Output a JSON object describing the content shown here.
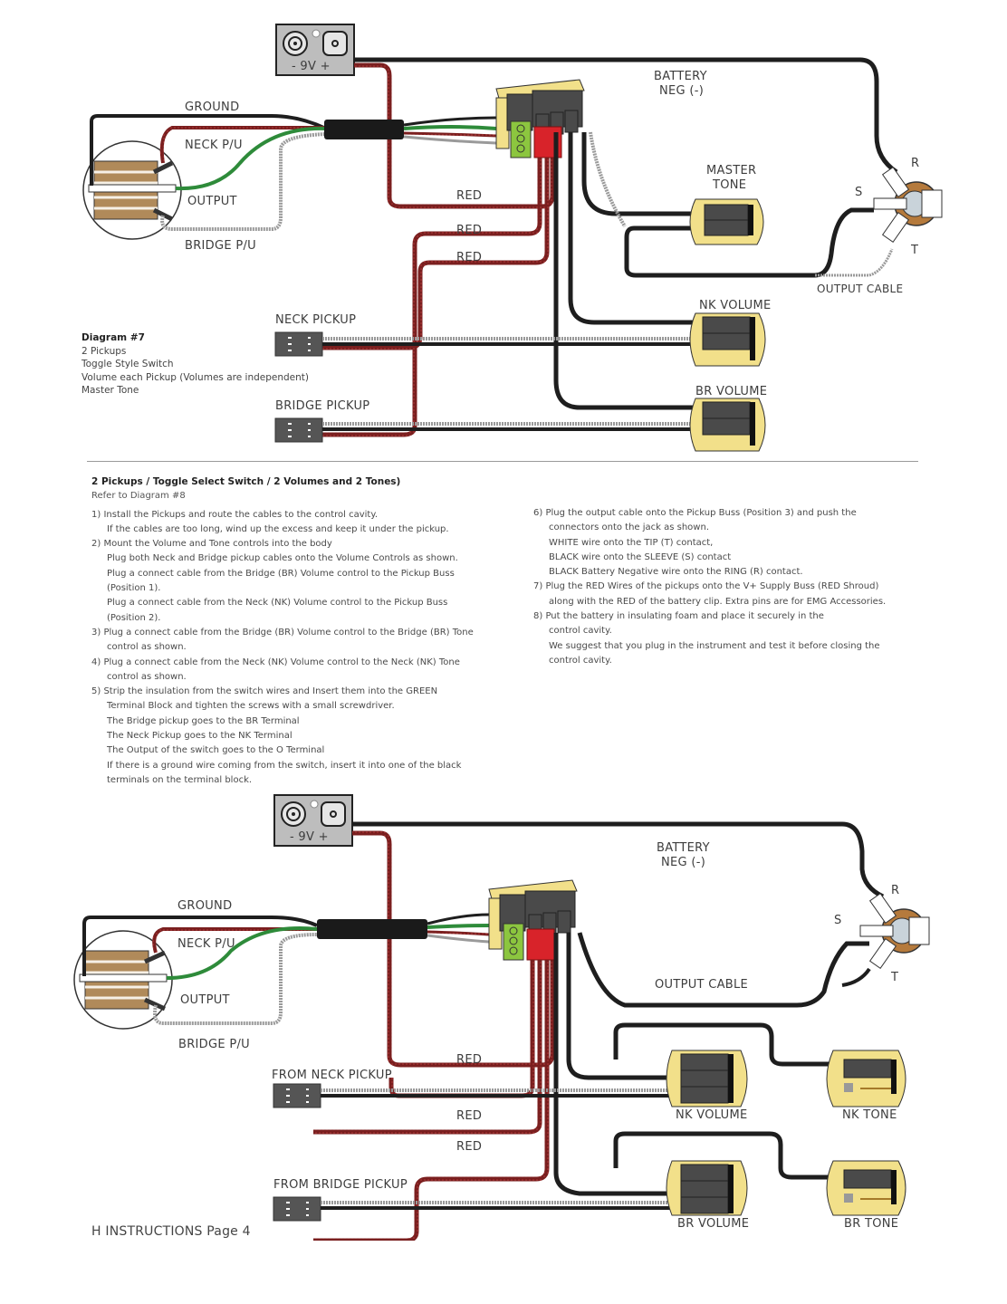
{
  "diagram7": {
    "battery_label": "- 9V +",
    "labels": {
      "ground": "GROUND",
      "neck_pu": "NECK P/U",
      "output": "OUTPUT",
      "bridge_pu": "BRIDGE P/U",
      "red_1": "RED",
      "red_2": "RED",
      "red_3": "RED",
      "battery_neg_line1": "BATTERY",
      "battery_neg_line2": "NEG (-)",
      "master_tone_line1": "MASTER",
      "master_tone_line2": "TONE",
      "jack_r": "R",
      "jack_s": "S",
      "jack_t": "T",
      "output_cable": "OUTPUT CABLE",
      "nk_volume": "NK VOLUME",
      "br_volume": "BR VOLUME",
      "neck_pickup": "NECK PICKUP",
      "bridge_pickup": "BRIDGE PICKUP"
    },
    "legend": {
      "title": "Diagram #7",
      "lines": [
        "2 Pickups",
        "Toggle Style Switch",
        "Volume each Pickup (Volumes are independent)",
        "Master Tone"
      ]
    }
  },
  "instructions": {
    "heading": "2 Pickups / Toggle Select Switch / 2  Volumes and 2 Tones)",
    "subheading": "Refer to Diagram #8",
    "left_column": [
      {
        "step": "1) Install the Pickups and route the cables to the control cavity.",
        "details": [
          "If  the cables are too long, wind up the excess and keep it under the pickup."
        ]
      },
      {
        "step": "2) Mount the Volume and Tone controls into the body",
        "details": [
          "Plug both Neck and Bridge pickup cables onto the Volume Controls as shown.",
          "Plug a connect cable from the Bridge (BR) Volume control to the Pickup Buss",
          "(Position 1).",
          "Plug a connect cable from the Neck (NK) Volume control to the Pickup Buss",
          "(Position 2)."
        ]
      },
      {
        "step": "3) Plug a connect cable from the Bridge (BR) Volume control to the Bridge (BR) Tone",
        "details": [
          "control as shown."
        ]
      },
      {
        "step": "4) Plug a connect cable from the Neck (NK) Volume control to the Neck (NK) Tone",
        "details": [
          "control as shown."
        ]
      },
      {
        "step": "5) Strip the insulation from the switch wires and Insert them into the GREEN",
        "details": [
          "Terminal Block and tighten the screws with a small screwdriver.",
          "The Bridge pickup goes to the BR Terminal",
          "The Neck Pickup goes to the NK Terminal",
          "The Output of the switch goes to the O Terminal",
          "If there is a ground wire coming from the switch, insert it into one of the black",
          "terminals on the terminal block."
        ]
      }
    ],
    "right_column": [
      {
        "step": "6) Plug the output cable onto the Pickup Buss (Position 3) and push the",
        "details": [
          "connectors onto the jack as shown.",
          "WHITE wire onto the TIP (T) contact,",
          "BLACK wire onto the SLEEVE (S) contact",
          "BLACK Battery Negative wire onto the RING (R) contact."
        ]
      },
      {
        "step": "7) Plug the RED Wires of the pickups onto the V+ Supply Buss (RED Shroud)",
        "details": [
          "along with the RED of the battery clip. Extra pins are for EMG Accessories."
        ]
      },
      {
        "step": "8) Put the battery in insulating foam and place it securely in the",
        "details": [
          "control cavity.",
          "We suggest that you plug in the instrument and test it before closing the",
          "control cavity."
        ]
      }
    ]
  },
  "diagram8": {
    "battery_label": "- 9V +",
    "labels": {
      "ground": "GROUND",
      "neck_pu": "NECK P/U",
      "output": "OUTPUT",
      "bridge_pu": "BRIDGE P/U",
      "battery_neg_line1": "BATTERY",
      "battery_neg_line2": "NEG (-)",
      "jack_r": "R",
      "jack_s": "S",
      "jack_t": "T",
      "output_cable": "OUTPUT CABLE",
      "red_1": "RED",
      "red_2": "RED",
      "red_3": "RED",
      "from_neck_pickup": "FROM NECK PICKUP",
      "from_bridge_pickup": "FROM BRIDGE PICKUP",
      "nk_volume": "NK VOLUME",
      "nk_tone": "NK TONE",
      "br_volume": "BR VOLUME",
      "br_tone": "BR TONE"
    }
  },
  "colors": {
    "black_wire": "#1e1e1e",
    "red_wire": "#7a1f1f",
    "green_wire": "#2e8b3a",
    "shield_wire": "#9a9a9a",
    "pot_board": "#f2e08a",
    "connector": "#555555",
    "terminal_green": "#8cc63f",
    "red_shroud": "#d8232a",
    "jack_brown": "#b57a3c",
    "battery_box": "#bdbdbd"
  },
  "footer": "H INSTRUCTIONS Page 4"
}
